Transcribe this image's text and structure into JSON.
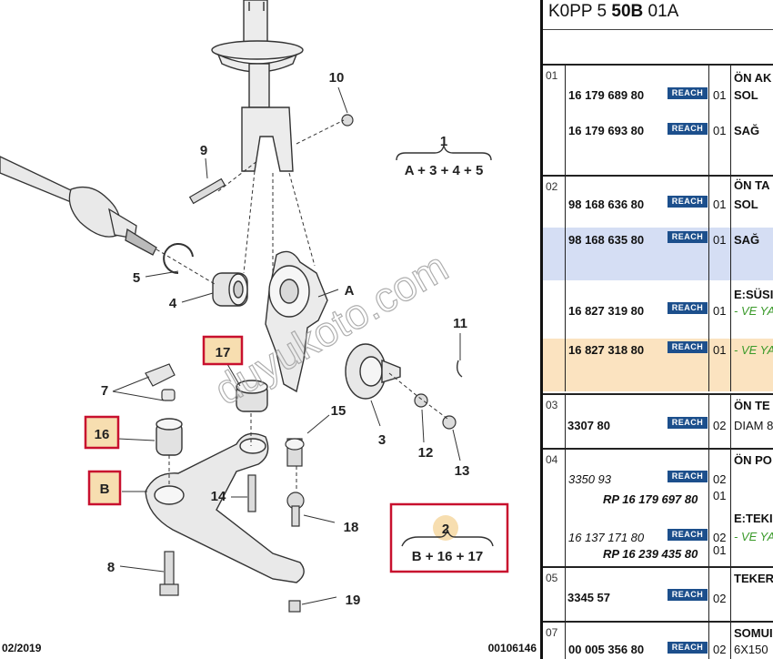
{
  "diagram": {
    "callouts": [
      "10",
      "9",
      "5",
      "4",
      "A",
      "7",
      "16",
      "B",
      "14",
      "8",
      "17",
      "11",
      "15",
      "3",
      "12",
      "13",
      "18",
      "19"
    ],
    "highlighted_callouts": [
      "17",
      "16",
      "B"
    ],
    "group1": {
      "number": "1",
      "formula": "A + 3 + 4 + 5"
    },
    "group2": {
      "number": "2",
      "formula": "B + 16 + 17"
    },
    "watermark": "duyukoto.com",
    "footer_date": "02/2019",
    "footer_ref": "00106146",
    "colors": {
      "highlight_box": "#c8102e",
      "highlight_fill": "#f7deb0",
      "line": "#333333"
    }
  },
  "table": {
    "title_prefix": "K0PP 5 ",
    "title_bold": "50B",
    "title_suffix": " 01A",
    "reach_label": "REACH",
    "colors": {
      "reach_bg": "#1c4f8c",
      "row_blue": "#d5def4",
      "row_orange": "#fbe3c0",
      "green_text": "#3a9a2a"
    },
    "groups": [
      {
        "index": "01",
        "heading": "ÖN AK",
        "rows": [
          {
            "part": "16 179 689 80",
            "qty": "01",
            "desc": "SOL"
          },
          {
            "part": "16 179 693 80",
            "qty": "01",
            "desc": "SAĞ"
          }
        ]
      },
      {
        "index": "02",
        "heading": "ÖN TA",
        "rows": [
          {
            "part": "98 168 636 80",
            "qty": "01",
            "desc": "SOL"
          },
          {
            "part": "98 168 635 80",
            "qty": "01",
            "desc": "SAĞ"
          },
          {
            "part": "16 827 319 80",
            "qty": "01",
            "desc_heading": "E:SÜSI",
            "desc": "- VE YA"
          },
          {
            "part": "16 827 318 80",
            "qty": "01",
            "desc": "- VE YA"
          }
        ]
      },
      {
        "index": "03",
        "heading": "ÖN TE",
        "rows": [
          {
            "part": "3307 80",
            "qty": "02",
            "desc": "DIAM 8"
          }
        ]
      },
      {
        "index": "04",
        "heading": "ÖN PO",
        "rows": [
          {
            "part": "3350 93",
            "qty": "02",
            "rp": "RP 16 179 697 80",
            "rp_qty": "01"
          },
          {
            "part": "16 137 171 80",
            "qty": "02",
            "desc_heading": "E:TEKI",
            "desc": "- VE YA",
            "rp": "RP 16 239 435 80",
            "rp_qty": "01"
          }
        ]
      },
      {
        "index": "05",
        "heading": "TEKER",
        "rows": [
          {
            "part": "3345 57",
            "qty": "02"
          }
        ]
      },
      {
        "index": "07",
        "heading": "SOMUI",
        "rows": [
          {
            "part": "00 005 356 80",
            "qty": "02",
            "desc": "6X150"
          }
        ]
      }
    ]
  }
}
